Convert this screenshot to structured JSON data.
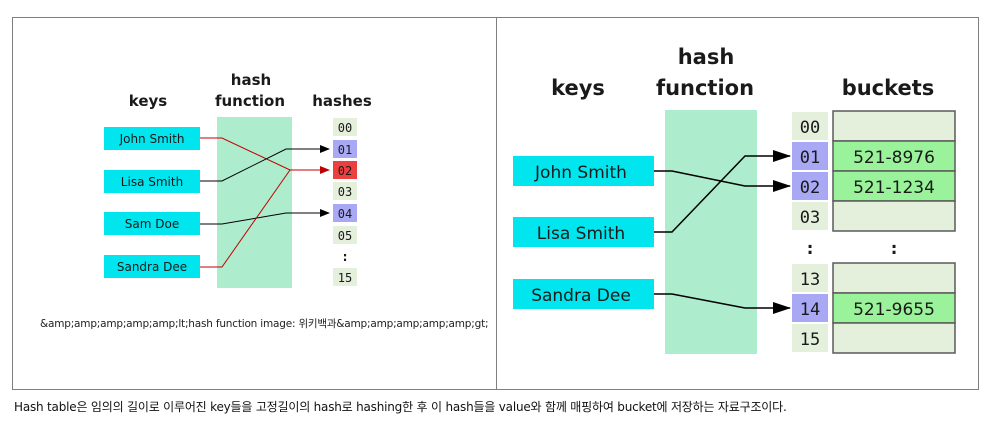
{
  "left": {
    "headers": {
      "keys": "keys",
      "function_line1": "hash",
      "function_line2": "function",
      "hashes": "hashes"
    },
    "keys": [
      "John Smith",
      "Lisa Smith",
      "Sam Doe",
      "Sandra Dee"
    ],
    "hashes": [
      "00",
      "01",
      "02",
      "03",
      "04",
      "05",
      ":",
      "15"
    ],
    "credit": "&amp;amp;amp;amp;amp;lt;hash function image: 위키백과&amp;amp;amp;amp;amp;gt;"
  },
  "right": {
    "headers": {
      "keys": "keys",
      "function_line1": "hash",
      "function_line2": "function",
      "buckets": "buckets"
    },
    "keys": [
      "John Smith",
      "Lisa Smith",
      "Sandra Dee"
    ],
    "indices": [
      "00",
      "01",
      "02",
      "03",
      ":",
      "13",
      "14",
      "15"
    ],
    "bucket_values": [
      "",
      "521-8976",
      "521-1234",
      "",
      ":",
      "",
      "521-9655",
      ""
    ]
  },
  "caption": "Hash table은 임의의 길이로 이루어진 key들을 고정길이의 hash로 hashing한 후 이 hash들을 value와 함께 매핑하여 bucket에 저장하는 자료구조이다.",
  "colors": {
    "key_box": "#00e5ee",
    "function_band": "#aeecce",
    "index_plain": "#e4efdc",
    "index_hit": "#a8a8f4",
    "index_collision": "#ec4040",
    "bucket_filled": "#9af29a",
    "bucket_empty": "#e4efdc",
    "collision_line": "#c00000"
  }
}
